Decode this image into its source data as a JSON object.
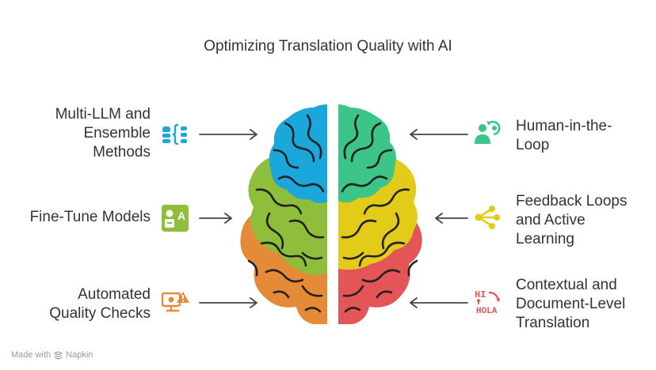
{
  "title": "Optimizing Translation Quality with AI",
  "colors": {
    "blue": "#1ca7db",
    "teal": "#3cc489",
    "green": "#8fbd3c",
    "yellow": "#e2cc19",
    "orange": "#e58a36",
    "red": "#e35556",
    "text": "#333333"
  },
  "items": [
    {
      "id": "multi-llm",
      "side": "left",
      "lines": [
        "Multi-LLM and",
        "Ensemble",
        "Methods"
      ],
      "icon": "database-stack-icon",
      "color": "#1ca7db"
    },
    {
      "id": "fine-tune",
      "side": "left",
      "lines": [
        "Fine-Tune Models"
      ],
      "icon": "robot-letter-icon",
      "color": "#8fbd3c"
    },
    {
      "id": "automated-checks",
      "side": "left",
      "lines": [
        "Automated",
        "Quality Checks"
      ],
      "icon": "warning-monitor-icon",
      "color": "#e58a36"
    },
    {
      "id": "human-loop",
      "side": "right",
      "lines": [
        "Human-in-the-",
        "Loop"
      ],
      "icon": "person-cycle-icon",
      "color": "#3cc489"
    },
    {
      "id": "feedback-loops",
      "side": "right",
      "lines": [
        "Feedback Loops",
        "and Active",
        "Learning"
      ],
      "icon": "share-network-icon",
      "color": "#e2cc19"
    },
    {
      "id": "contextual",
      "side": "right",
      "lines": [
        "Contextual and",
        "Document-Level",
        "Translation"
      ],
      "icon": "translate-hi-hola-icon",
      "color": "#e35556",
      "icon_text": [
        "HI",
        "HOLA"
      ]
    }
  ],
  "footer": {
    "prefix": "Made with",
    "brand": "Napkin"
  }
}
